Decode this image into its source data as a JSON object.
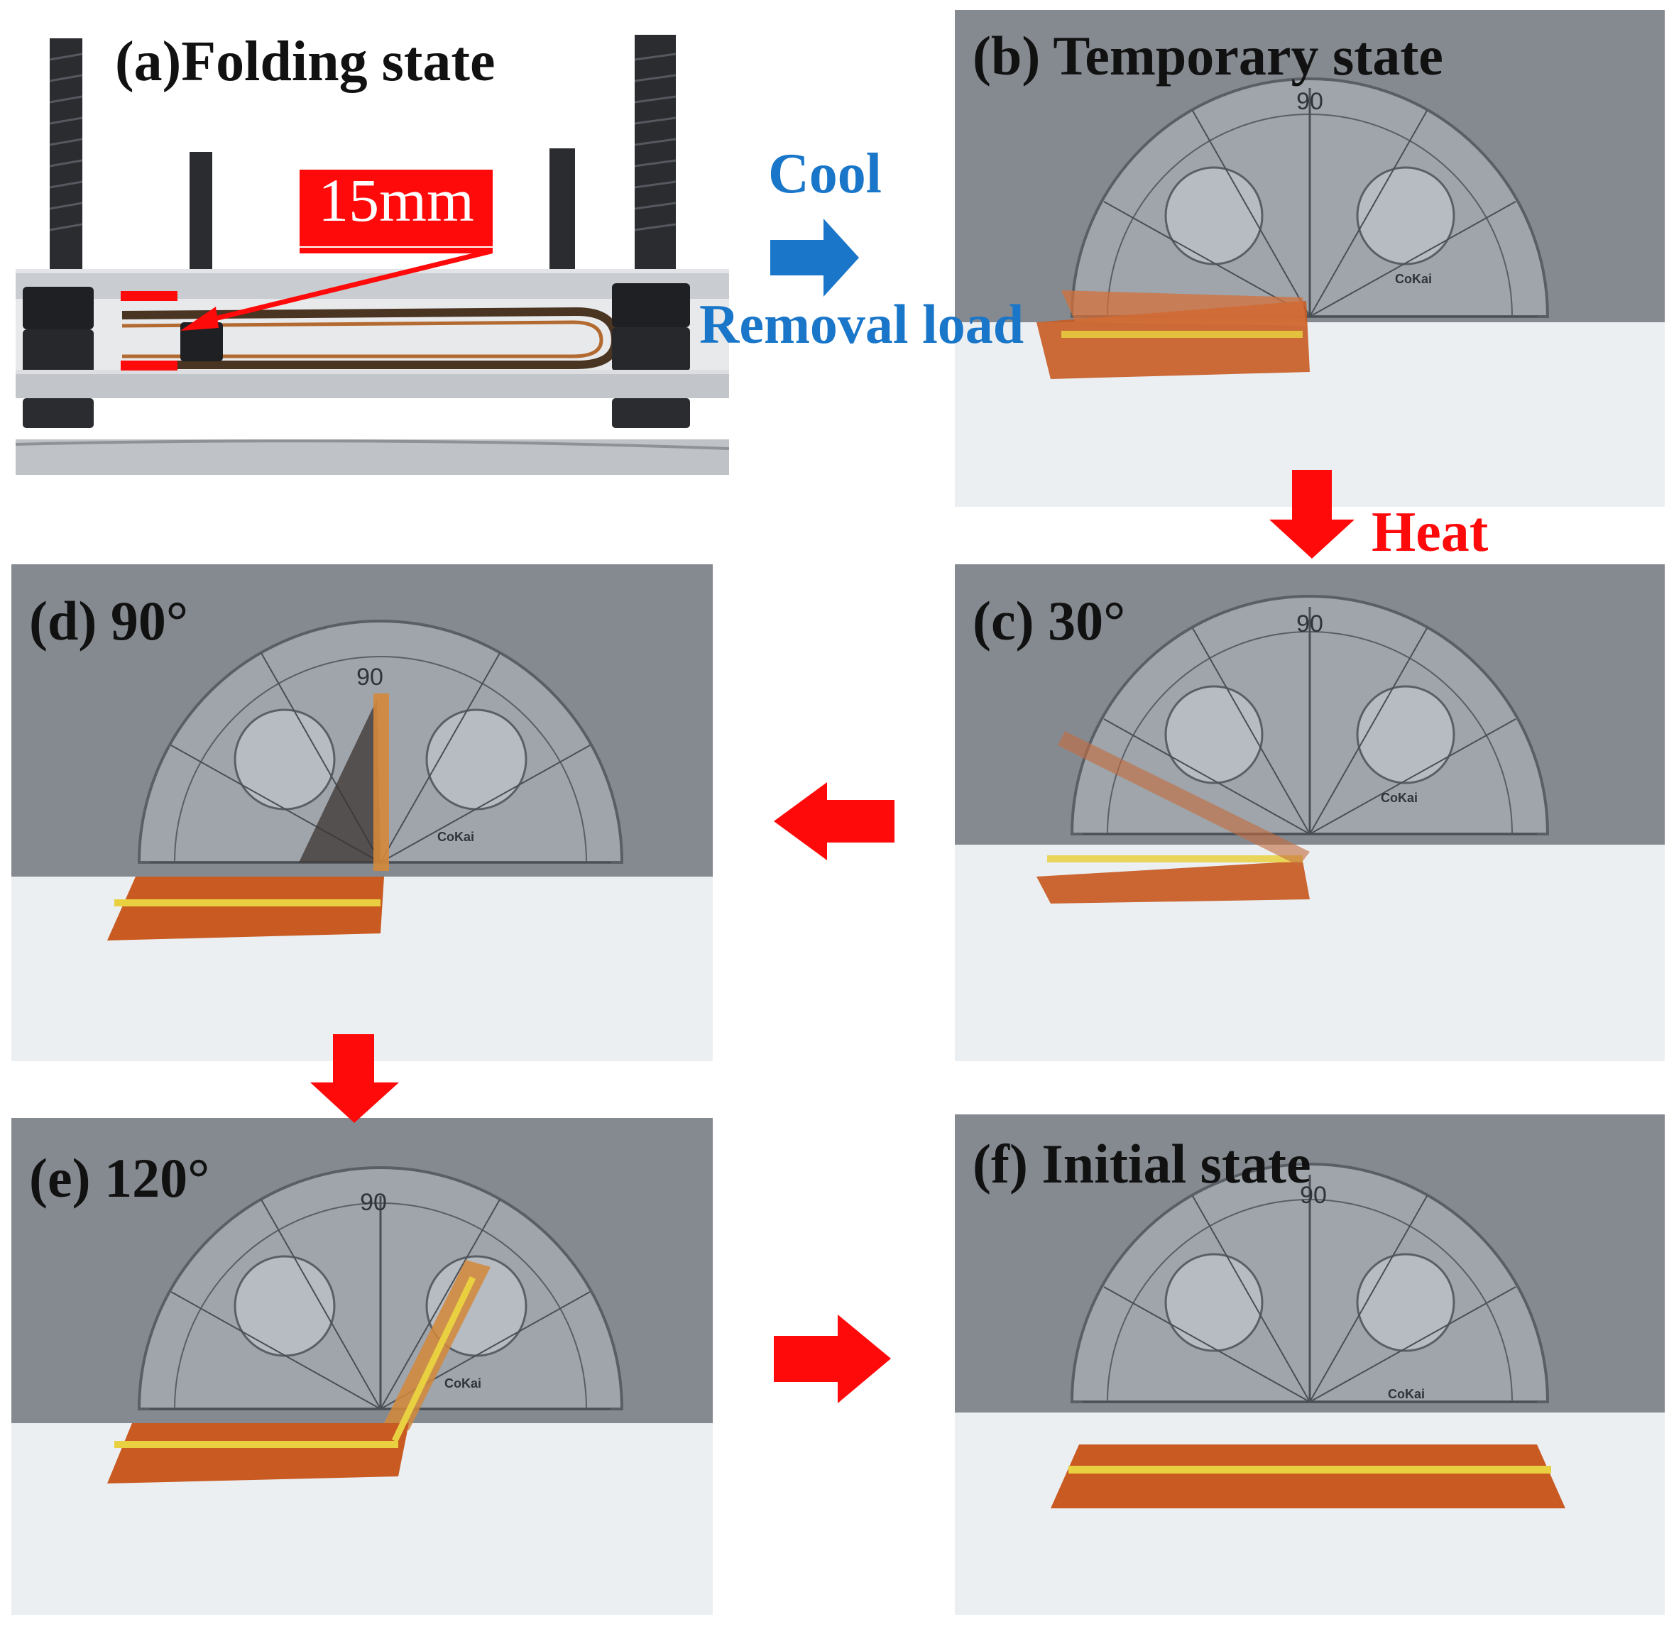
{
  "panels": {
    "a": {
      "label": "(a)Folding state",
      "dimension": "15mm"
    },
    "b": {
      "label": "(b) Temporary state"
    },
    "c": {
      "label": "(c) 30°"
    },
    "d": {
      "label": "(d) 90°"
    },
    "e": {
      "label": "(e) 120°"
    },
    "f": {
      "label": "(f) Initial state"
    }
  },
  "flow": {
    "cool": "Cool",
    "removal": "Removal load",
    "heat": "Heat"
  },
  "protractor": {
    "center_mark": "90",
    "brand": "CoKai"
  },
  "colors": {
    "accent_red": "#ff0a0a",
    "accent_blue": "#1976c8",
    "wall_gray": "#7b8088",
    "table_white": "#eceff2",
    "film_orange": "#c85a22",
    "film_yellow": "#e8d040"
  }
}
